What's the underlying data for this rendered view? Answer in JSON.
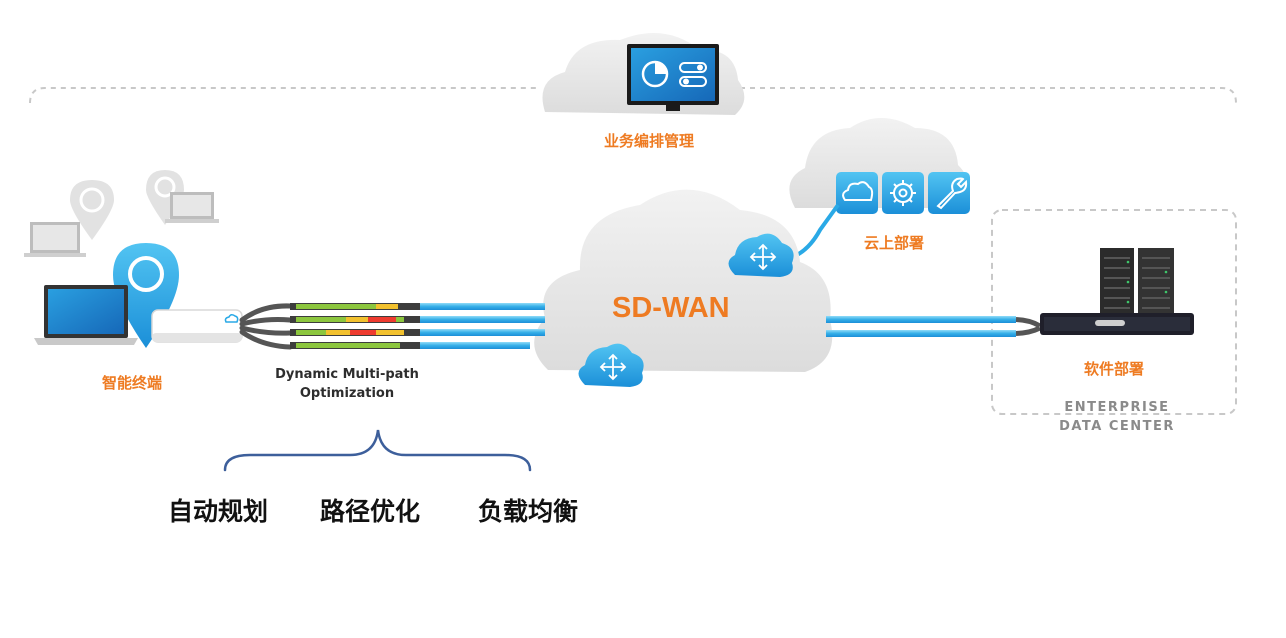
{
  "labels": {
    "orchestration": "业务编排管理",
    "cloud_deploy": "云上部署",
    "sdwan": "SD-WAN",
    "smart_terminal": "智能终端",
    "dmp_line1": "Dynamic Multi-path",
    "dmp_line2": "Optimization",
    "software_deploy": "软件部署",
    "enterprise_line1": "ENTERPRISE",
    "enterprise_line2": "DATA CENTER"
  },
  "features": [
    "自动规划",
    "路径优化",
    "负载均衡"
  ],
  "icons": {
    "orchestration": "monitor-dashboard-icon",
    "cloud_services": [
      "cloud-icon",
      "gear-icon",
      "wrench-icon"
    ],
    "router": "router-icon",
    "terminal": "laptop-icon",
    "location": "location-pin-icon",
    "server": "server-rack-icon"
  },
  "colors": {
    "accent_orange": "#ee7b22",
    "line_blue": "#2aa9e6",
    "icon_blue": "#1e9ee0",
    "cloud_gray": "#e9e9e9",
    "brace_blue": "#3d5f9b",
    "dashed_gray": "#c8c8c8"
  }
}
